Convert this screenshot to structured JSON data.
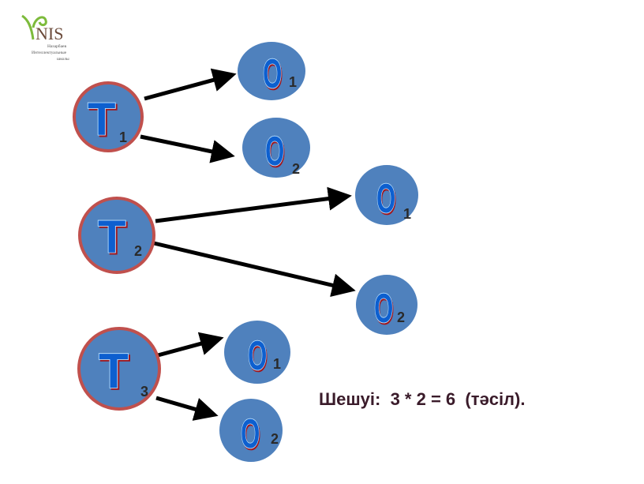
{
  "logo": {
    "name": "NIS",
    "line1": "Назарбаев",
    "line2": "Интеллектуальные",
    "line3": "школы"
  },
  "teachers": [
    {
      "letter": "T",
      "index": "1",
      "options": [
        {
          "letter": "O",
          "index": "1"
        },
        {
          "letter": "O",
          "index": "2"
        }
      ]
    },
    {
      "letter": "T",
      "index": "2",
      "options": [
        {
          "letter": "O",
          "index": "1"
        },
        {
          "letter": "O",
          "index": "2"
        }
      ]
    },
    {
      "letter": "T",
      "index": "3",
      "options": [
        {
          "letter": "O",
          "index": "1"
        },
        {
          "letter": "O",
          "index": "2"
        }
      ]
    }
  ],
  "solution": "Шешуі:  3 * 2 = 6  (тәсіл).",
  "colors": {
    "node_fill": "#4f81bd",
    "teacher_border": "#c0504d",
    "letter": "#0a5fcf",
    "shadow": "#a0141e"
  }
}
